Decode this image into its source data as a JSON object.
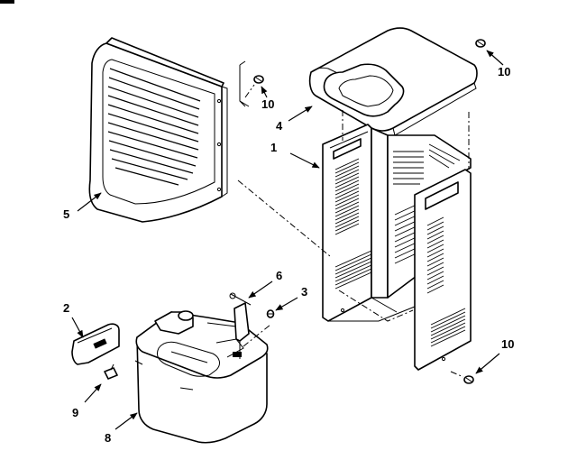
{
  "callouts": {
    "c1": "1",
    "c2": "2",
    "c3": "3",
    "c4": "4",
    "c5": "5",
    "c6": "6",
    "c8": "8",
    "c9": "9",
    "c10a": "10",
    "c10b": "10",
    "c10c": "10"
  }
}
